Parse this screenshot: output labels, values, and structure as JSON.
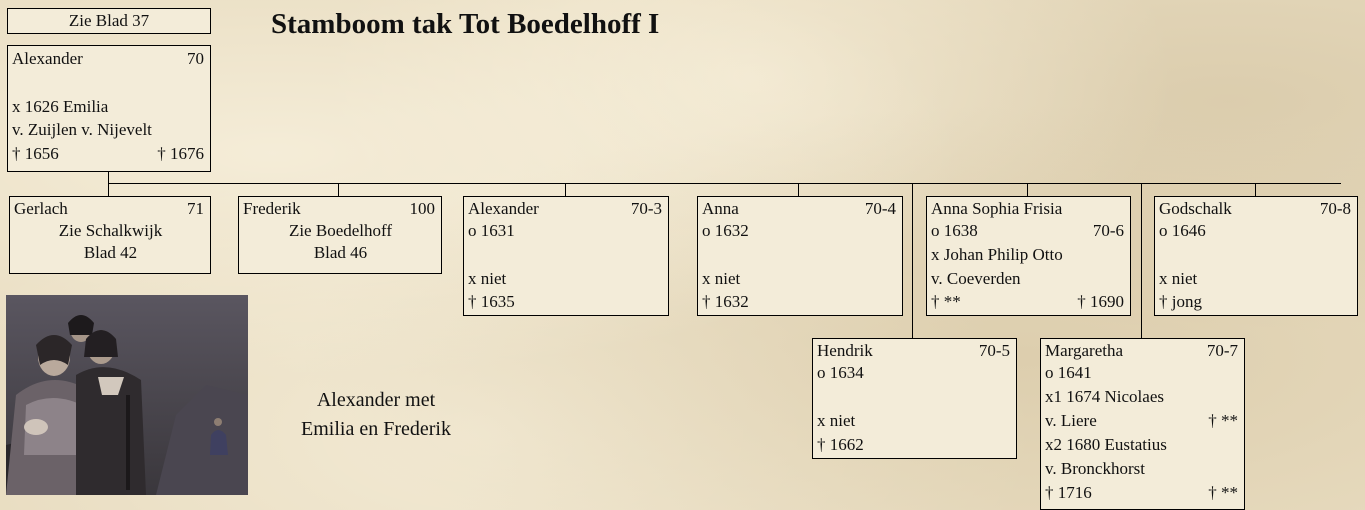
{
  "title": "Stamboom tak Tot Boedelhoff I",
  "ref_box": "Zie Blad 37",
  "caption": "Alexander met Emilia en Frederik",
  "root": {
    "name": "Alexander",
    "num": "70",
    "line2": "x 1626 Emilia",
    "line3": "v. Zuijlen v. Nijevelt",
    "death_left": "† 1656",
    "death_right": "† 1676"
  },
  "gerlach": {
    "name": "Gerlach",
    "num": "71",
    "line1": "Zie Schalkwijk",
    "line2": "Blad 42"
  },
  "frederik": {
    "name": "Frederik",
    "num": "100",
    "line1": "Zie Boedelhoff",
    "line2": "Blad 46"
  },
  "alexander2": {
    "name": "Alexander",
    "num": "70-3",
    "born": "o 1631",
    "married": "x niet",
    "died": "† 1635"
  },
  "anna": {
    "name": "Anna",
    "num": "70-4",
    "born": "o 1632",
    "married": "x niet",
    "died": "† 1632"
  },
  "anna_sophia": {
    "name": "Anna Sophia Frisia",
    "num": "70-6",
    "born": "o 1638",
    "line3": "x Johan Philip Otto",
    "line4": "v. Coeverden",
    "death_left": "† **",
    "death_right": "† 1690"
  },
  "godschalk": {
    "name": "Godschalk",
    "num": "70-8",
    "born": "o 1646",
    "married": "x niet",
    "died": "† jong"
  },
  "hendrik": {
    "name": "Hendrik",
    "num": "70-5",
    "born": "o 1634",
    "married": "x niet",
    "died": "† 1662"
  },
  "margaretha": {
    "name": "Margaretha",
    "num": "70-7",
    "born": "o 1641",
    "line3": "x1 1674 Nicolaes",
    "line4": "v. Liere",
    "line4_right": "† **",
    "line5": "x2 1680 Eustatius",
    "line6": "v. Bronckhorst",
    "death_left": "† 1716",
    "death_right": "† **"
  }
}
